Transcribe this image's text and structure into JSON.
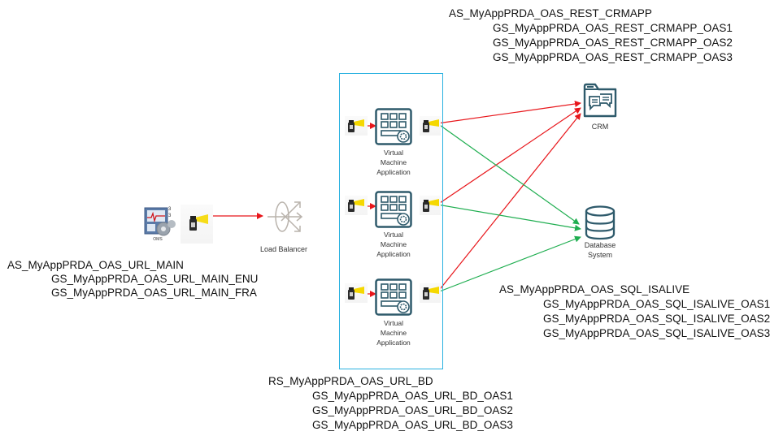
{
  "diagram": {
    "source": {
      "icon": "monitoring-console-icon",
      "caption": "OMS",
      "group": {
        "title": "AS_MyAppPRDA_OAS_URL_MAIN",
        "items": [
          "GS_MyAppPRDA_OAS_URL_MAIN_ENU",
          "GS_MyAppPRDA_OAS_URL_MAIN_FRA"
        ]
      }
    },
    "load_balancer": {
      "icon": "load-balancer-icon",
      "label": "Load Balancer"
    },
    "vm_cluster": {
      "border_color": "#29b1e0",
      "nodes": [
        {
          "label_lines": [
            "Virtual",
            "Machine",
            "Application"
          ]
        },
        {
          "label_lines": [
            "Virtual",
            "Machine",
            "Application"
          ]
        },
        {
          "label_lines": [
            "Virtual",
            "Machine",
            "Application"
          ]
        }
      ],
      "group": {
        "title": "RS_MyAppPRDA_OAS_URL_BD",
        "items": [
          "GS_MyAppPRDA_OAS_URL_BD_OAS1",
          "GS_MyAppPRDA_OAS_URL_BD_OAS2",
          "GS_MyAppPRDA_OAS_URL_BD_OAS3"
        ]
      }
    },
    "crm": {
      "icon": "crm-icon",
      "label": "CRM",
      "group": {
        "title": "AS_MyAppPRDA_OAS_REST_CRMAPP",
        "items": [
          "GS_MyAppPRDA_OAS_REST_CRMAPP_OAS1",
          "GS_MyAppPRDA_OAS_REST_CRMAPP_OAS2",
          "GS_MyAppPRDA_OAS_REST_CRMAPP_OAS3"
        ]
      }
    },
    "database": {
      "icon": "database-icon",
      "label_lines": [
        "Database",
        "System"
      ],
      "group": {
        "title": "AS_MyAppPRDA_OAS_SQL_ISALIVE",
        "items": [
          "GS_MyAppPRDA_OAS_SQL_ISALIVE_OAS1",
          "GS_MyAppPRDA_OAS_SQL_ISALIVE_OAS2",
          "GS_MyAppPRDA_OAS_SQL_ISALIVE_OAS3"
        ]
      }
    },
    "connections": [
      {
        "from": "source-probe",
        "to": "load_balancer",
        "color": "#e8161b"
      },
      {
        "from": "vm1-probe-in",
        "to": "vm1",
        "color": "#e8161b"
      },
      {
        "from": "vm2-probe-in",
        "to": "vm2",
        "color": "#e8161b"
      },
      {
        "from": "vm3-probe-in",
        "to": "vm3",
        "color": "#e8161b"
      },
      {
        "from": "vm1",
        "to": "crm",
        "color": "#e8161b"
      },
      {
        "from": "vm2",
        "to": "crm",
        "color": "#e8161b"
      },
      {
        "from": "vm3",
        "to": "crm",
        "color": "#e8161b"
      },
      {
        "from": "vm1",
        "to": "database",
        "color": "#1fae50"
      },
      {
        "from": "vm2",
        "to": "database",
        "color": "#1fae50"
      },
      {
        "from": "vm3",
        "to": "database",
        "color": "#1fae50"
      }
    ],
    "colors": {
      "request_arrow": "#e8161b",
      "sql_arrow": "#1fae50",
      "icon_stroke": "#2e5a6b",
      "probe_beam": "#f5d800"
    }
  }
}
